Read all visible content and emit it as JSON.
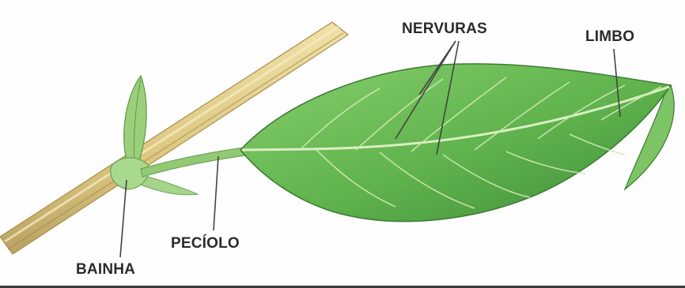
{
  "labels": {
    "nervuras": "NERVURAS",
    "limbo": "LIMBO",
    "peciolo": "PECÍOLO",
    "bainha": "BAINHA"
  },
  "colors": {
    "leaf_fill": "#6fbf5a",
    "leaf_dark": "#3f8c3a",
    "leaf_vein": "#cfe8b4",
    "stem": "#e3cf8e",
    "stem_shadow": "#b9a262",
    "pointer_line": "#444444",
    "label_text": "#2b2b2b"
  }
}
